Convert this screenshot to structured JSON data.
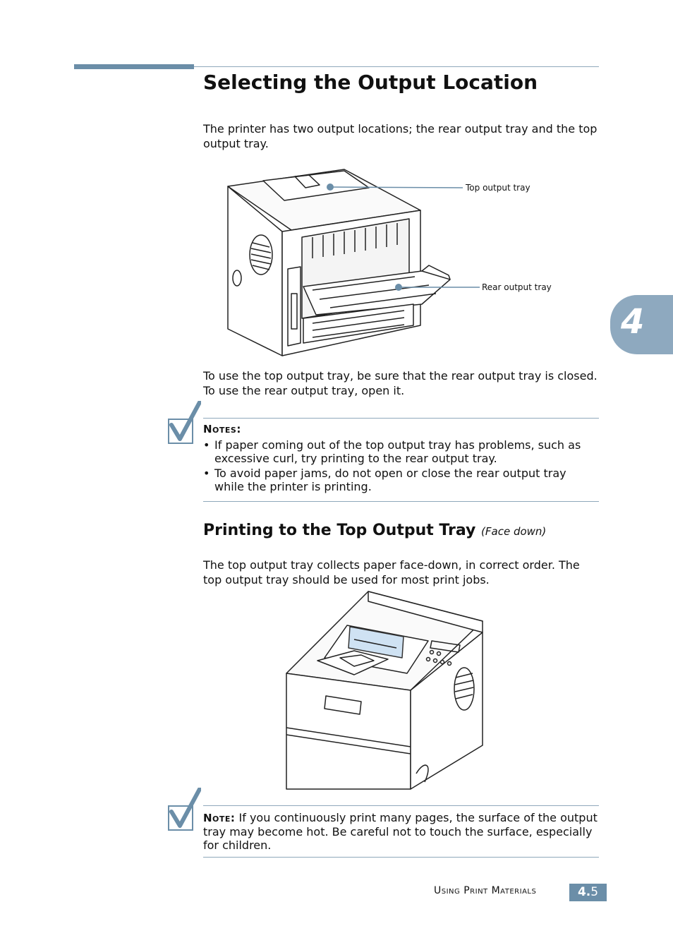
{
  "title": "Selecting the Output Location",
  "intro": "The printer has two output locations; the rear output tray and the top output tray.",
  "figure1": {
    "label_top": "Top output tray",
    "label_rear": "Rear output tray"
  },
  "usage_text": "To use the top output tray, be sure that the rear output tray is closed. To use the rear output tray, open it.",
  "notes": {
    "title": "Notes:",
    "items": [
      "If paper coming out of the top output tray has problems, such as excessive curl, try printing to the rear output tray.",
      "To avoid paper jams, do not open or close the rear output tray while the printer is printing."
    ]
  },
  "section2": {
    "title": "Printing to the Top Output Tray",
    "subtitle": "(Face down)",
    "text": "The top output tray collects paper face-down, in correct order. The top output tray should be used for most print jobs."
  },
  "note2": {
    "title": "Note:",
    "text": "If you continuously print many pages, the surface of the output tray may become hot. Be careful not to touch the surface, especially for children."
  },
  "chapter_number": "4",
  "footer": {
    "section": "Using Print Materials",
    "page_major": "4.",
    "page_minor": "5"
  }
}
